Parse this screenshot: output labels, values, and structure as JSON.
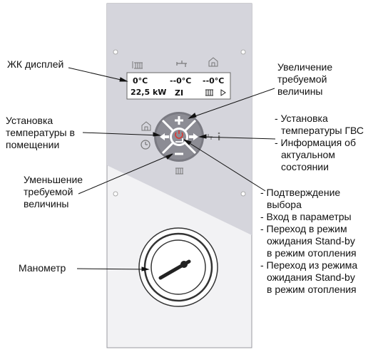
{
  "lcd": {
    "row1": [
      "0°C",
      "--0°C",
      "--0°C"
    ],
    "row2_power": "22,5 kW",
    "row2_mode": "ZI"
  },
  "labels": {
    "lcd_display": "ЖК дисплей",
    "increase": [
      "Увеличение",
      "требуемой",
      "величины"
    ],
    "room_temp": [
      "Установка",
      "температуры в",
      "помещении"
    ],
    "dhw": [
      "- Установка",
      "температуры ГВС",
      "- Информация об",
      "актуальном",
      "состоянии"
    ],
    "decrease": [
      "Уменьшение",
      "требуемой",
      "величины"
    ],
    "confirm_list": [
      [
        "- Подтверждение",
        "выбора"
      ],
      [
        "- Вход  в параметры"
      ],
      [
        "- Переход в режим",
        "ожидания Stand-by",
        "в режим отопления"
      ],
      [
        "- Переход из режима",
        "ожидания Stand-by",
        "в режим отопления"
      ]
    ],
    "manometer": "Манометр"
  },
  "colors": {
    "panel_top": "#d5d5dc",
    "panel_bottom": "#f2f2f4",
    "outline": "#8a8a92",
    "button_gray": "#6e6e76",
    "power_red": "#e0302a"
  },
  "icons": [
    "radiator-icon",
    "tap-icon",
    "house-icon",
    "plus-icon",
    "minus-icon",
    "left-arrow-icon",
    "right-arrow-icon",
    "power-icon",
    "clock-icon",
    "info-icon"
  ]
}
